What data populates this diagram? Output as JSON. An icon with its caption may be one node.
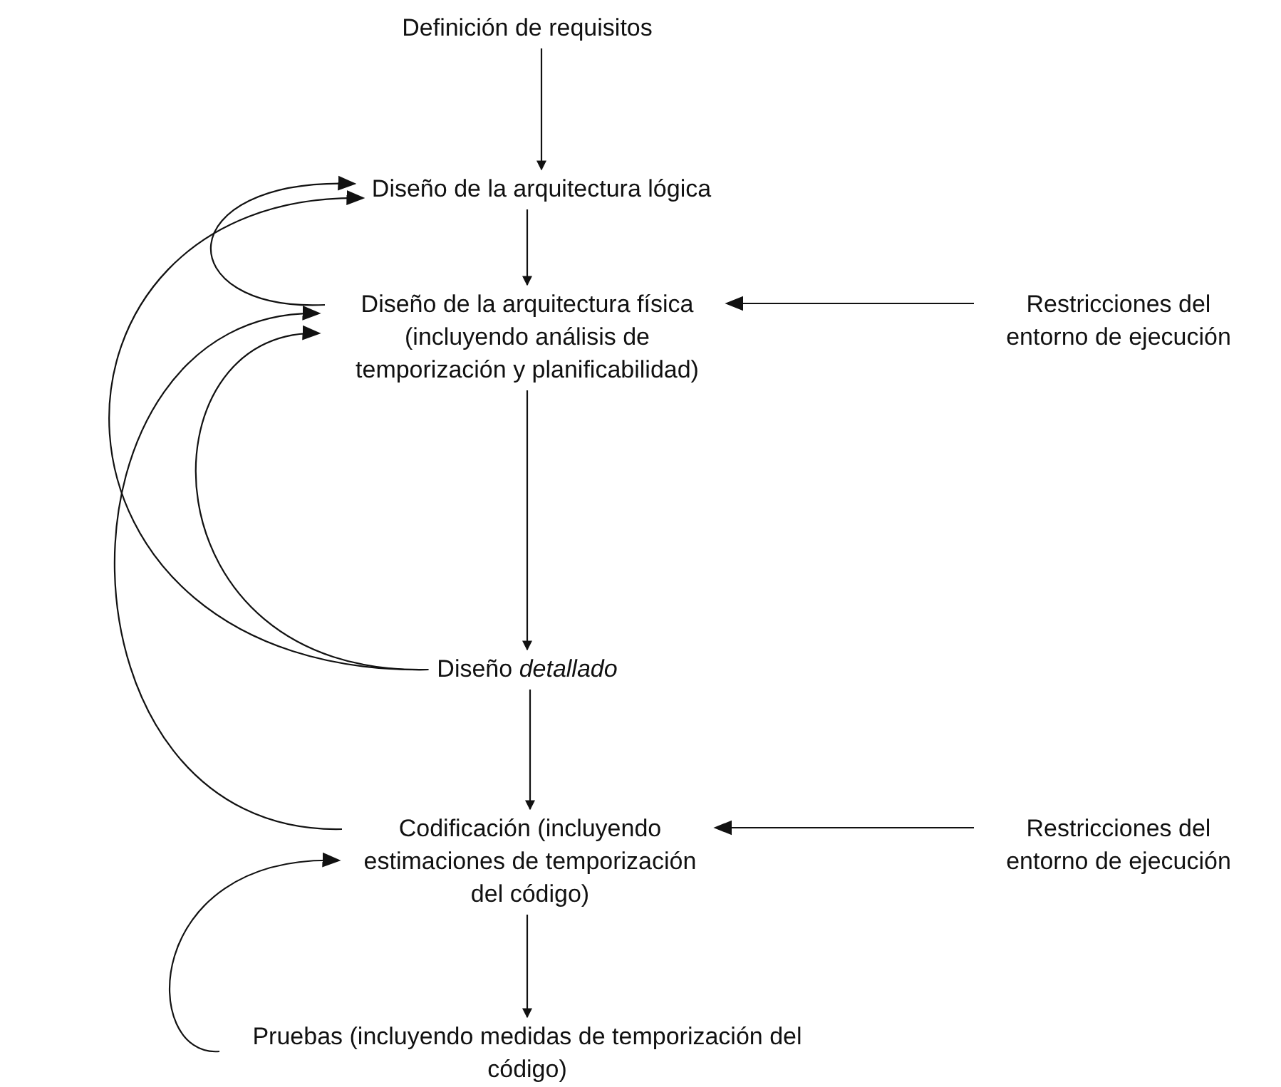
{
  "diagram": {
    "nodes": [
      {
        "text": [
          "Definición de requisitos"
        ]
      },
      {
        "text": [
          "Diseño de la arquitectura lógica"
        ]
      },
      {
        "text": [
          "Diseño de la arquitectura física (incluyendo análisis de temporización y planificabilidad)"
        ]
      },
      {
        "text": [
          "Restricciones del entorno de ejecución"
        ]
      },
      {
        "text": [
          "Diseño *detallado*"
        ]
      },
      {
        "text": [
          "Codificación (incluyendo estimaciones de temporización del código)"
        ]
      },
      {
        "text": [
          "Restricciones del entorno de ejecución"
        ]
      },
      {
        "text": [
          "Pruebas (incluyendo medidas de temporización del código)"
        ]
      }
    ],
    "edges": [
      {
        "from": 0,
        "to": 1,
        "arrow": "to"
      },
      {
        "from": 1,
        "to": 2,
        "arrow": "to"
      },
      {
        "from": 3,
        "to": 2,
        "arrow": "to"
      },
      {
        "from": 2,
        "to": 4,
        "arrow": "to"
      },
      {
        "from": 4,
        "to": 5,
        "arrow": "to"
      },
      {
        "from": 6,
        "to": 5,
        "arrow": "to"
      },
      {
        "from": 5,
        "to": 7,
        "arrow": "to"
      },
      {
        "from": 2,
        "to": 1,
        "arrow": "to"
      },
      {
        "from": 4,
        "to": 1,
        "arrow": "to"
      },
      {
        "from": 5,
        "to": 2,
        "arrow": "to"
      },
      {
        "from": 4,
        "to": 2,
        "arrow": "to"
      },
      {
        "from": 7,
        "to": 5,
        "arrow": "to"
      }
    ]
  }
}
